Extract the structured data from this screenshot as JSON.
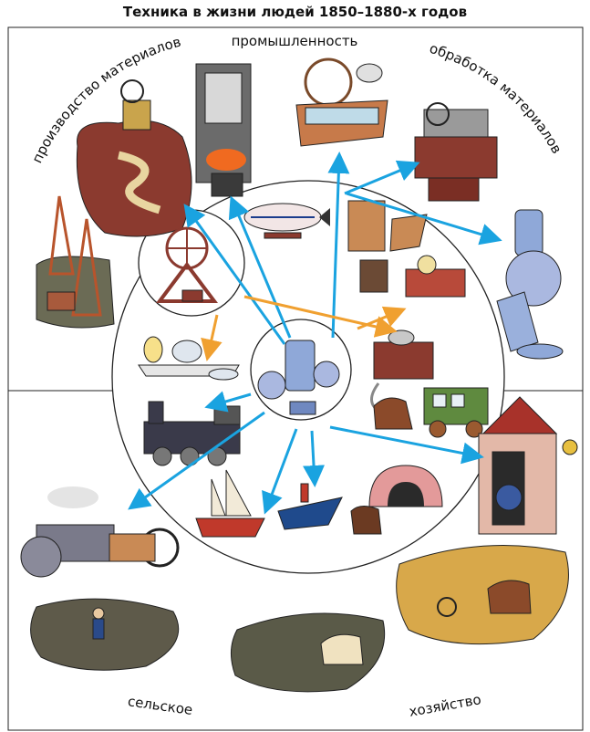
{
  "title": "Техника в жизни людей 1850–1880-х годов",
  "labels": {
    "production": "производство материалов",
    "industry": "промышленность",
    "processing": "обработка материалов",
    "agriculture_1": "сельское",
    "agriculture_2": "хозяйство"
  },
  "colors": {
    "arrow_blue": "#1aa3e0",
    "arrow_orange": "#f0a030",
    "line": "#222222"
  },
  "icons": [
    "mine-headframe-icon",
    "steam-hammer-icon",
    "spinning-machine-icon",
    "lathe-machine-icon",
    "oil-derricks-icon",
    "steam-engine-icon",
    "airship-icon",
    "telegraph-icon",
    "dynamo-icon",
    "lamps-icon",
    "central-engine-icon",
    "phonograph-icon",
    "locomotive-icon",
    "horse-tram-icon",
    "ships-icon",
    "tunnel-train-icon",
    "factory-building-icon",
    "tractor-icon",
    "sower-icon",
    "plough-icon"
  ]
}
